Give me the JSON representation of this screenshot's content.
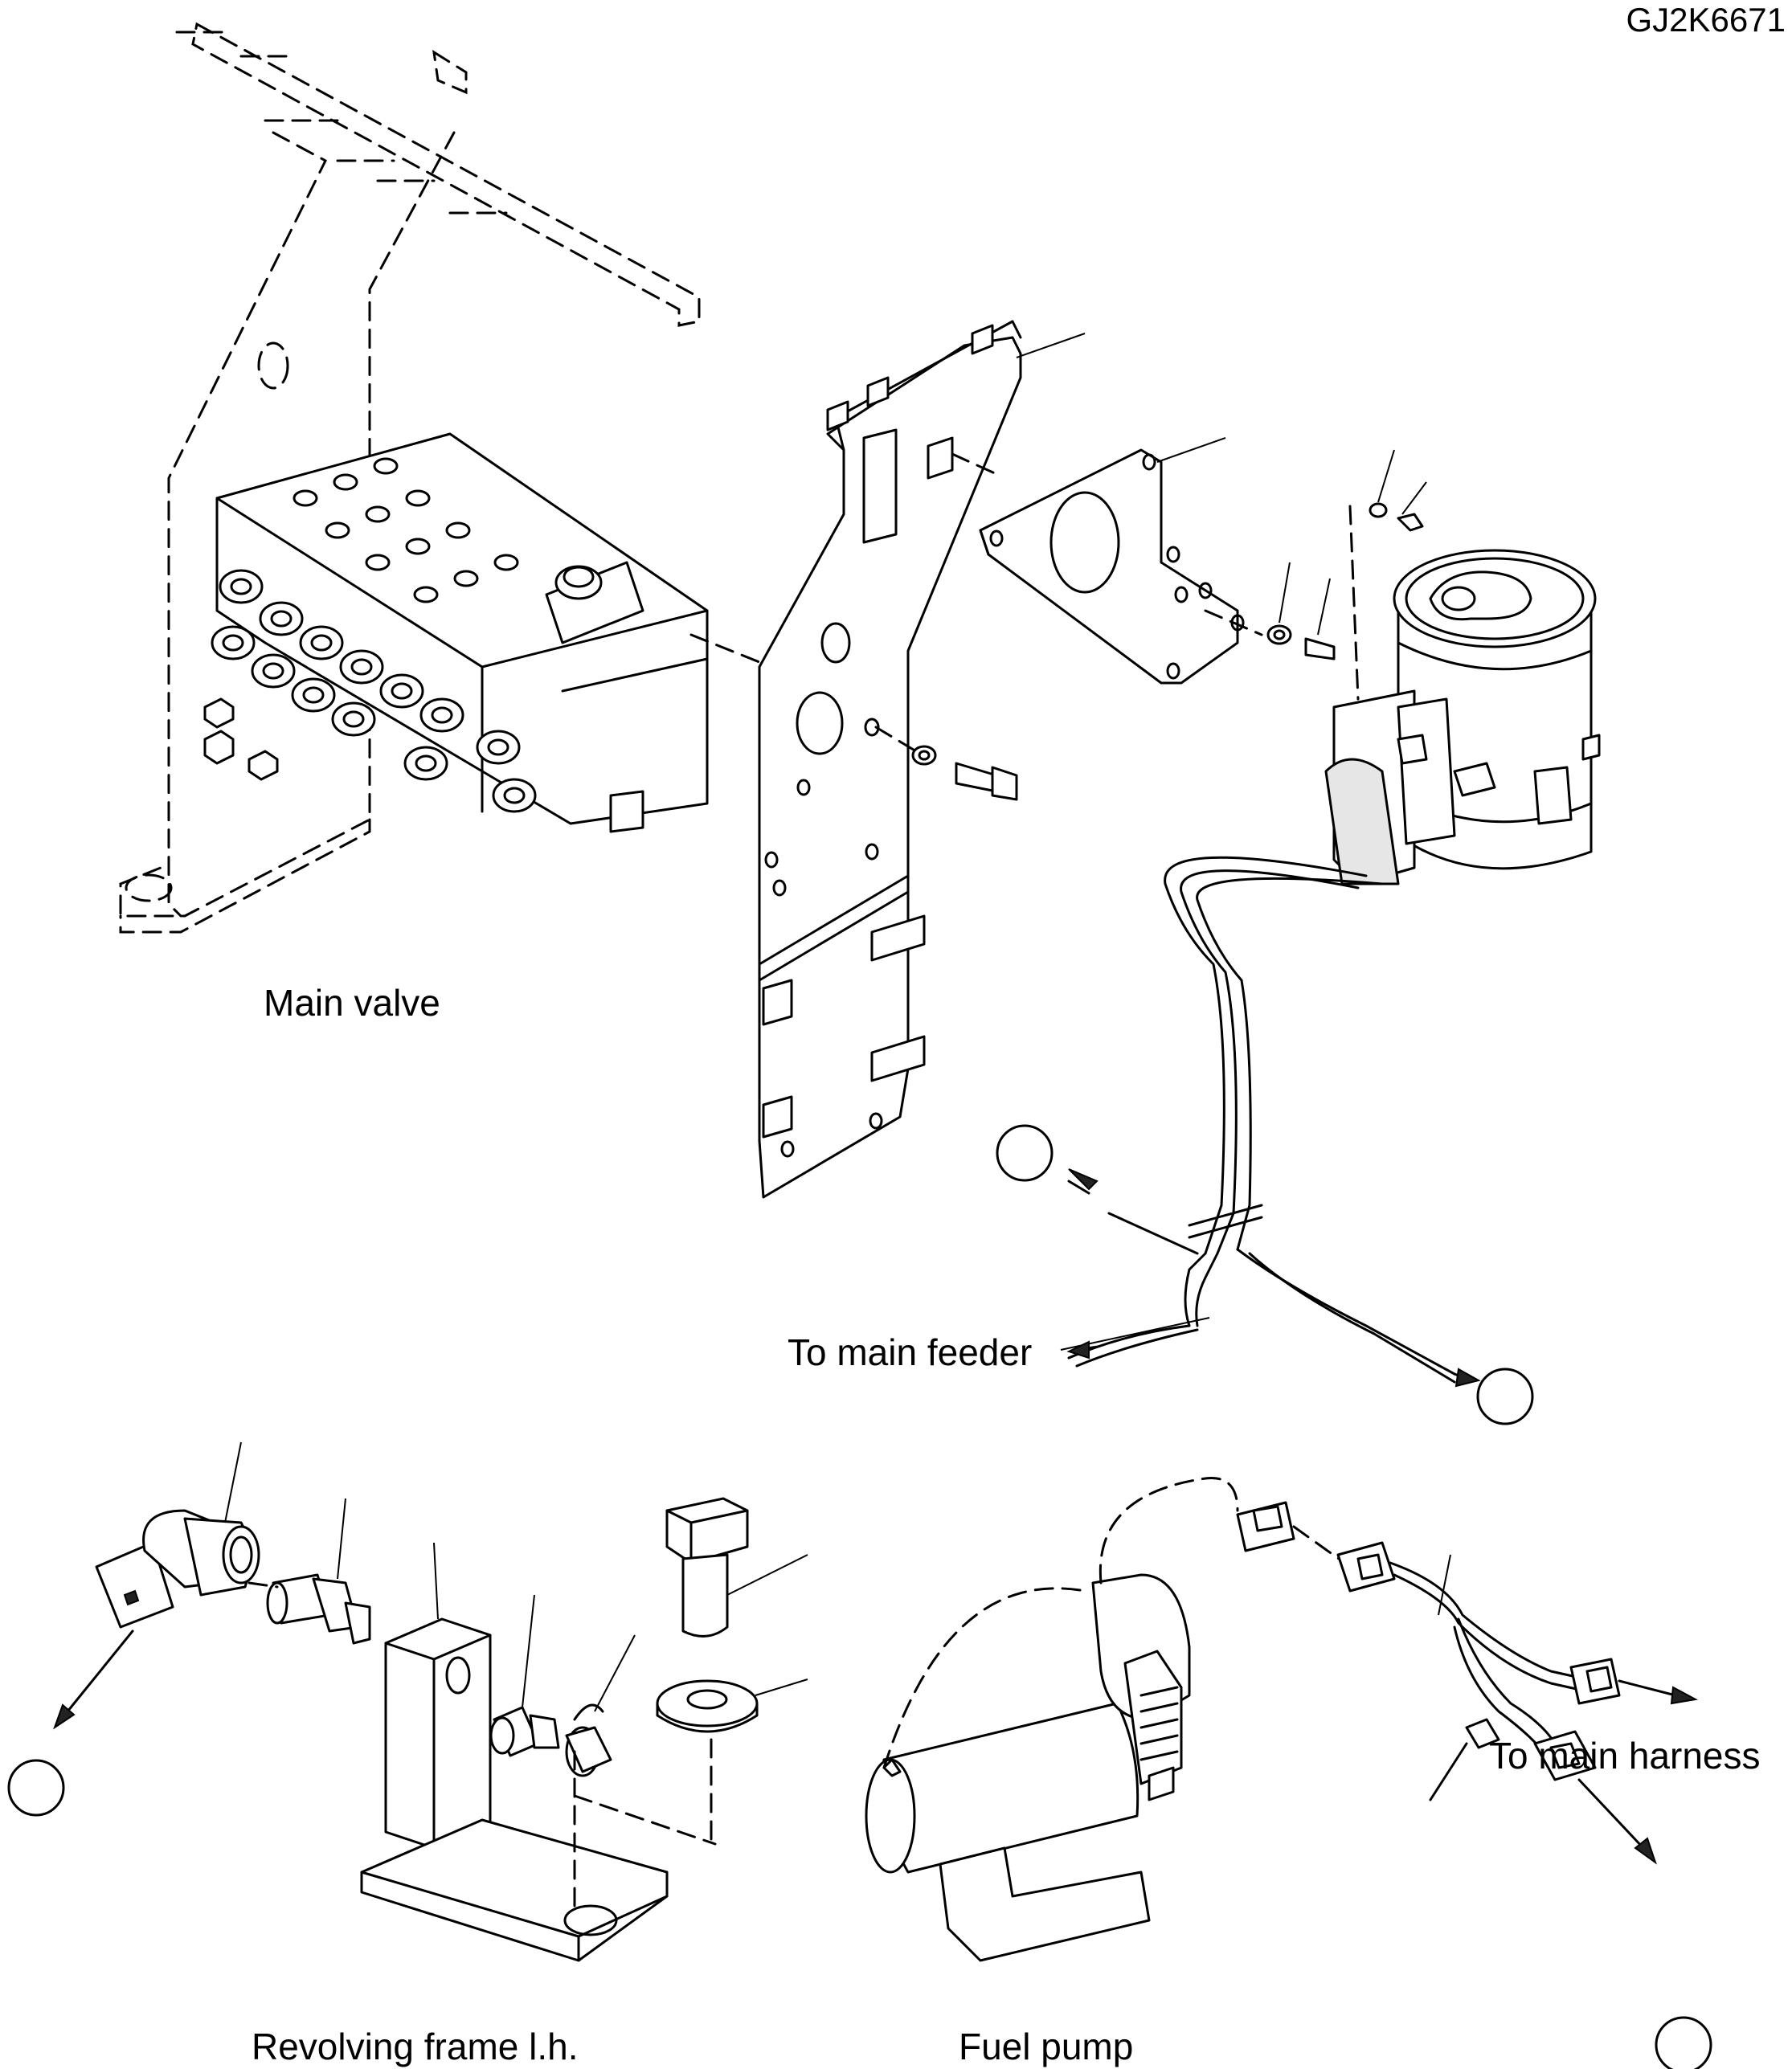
{
  "drawing": {
    "code": "GJ2K6671",
    "labels": {
      "main_valve": "Main valve",
      "to_main_feeder": "To main feeder",
      "revolving_frame": "Revolving frame l.h.",
      "fuel_pump": "Fuel pump",
      "to_main_harness": "To main harness"
    }
  }
}
